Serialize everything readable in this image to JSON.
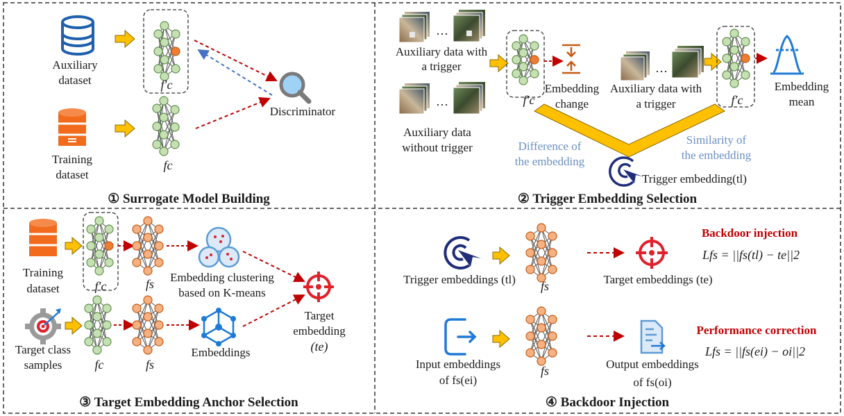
{
  "panels": [
    {
      "caption": "① Surrogate Model Building",
      "labels": {
        "aux_dataset": [
          "Auxiliary",
          "dataset"
        ],
        "training_dataset": [
          "Training",
          "dataset"
        ],
        "discriminator": "Discriminator",
        "fc_prime": "f′c",
        "fc": "fc"
      }
    },
    {
      "caption": "② Trigger Embedding Selection",
      "labels": {
        "aux_with_trigger_1": [
          "Auxiliary data with",
          "a trigger"
        ],
        "aux_without_trigger": [
          "Auxiliary data",
          "without trigger"
        ],
        "embedding_change": [
          "Embedding",
          "change"
        ],
        "aux_with_trigger_2": [
          "Auxiliary data with",
          "a trigger"
        ],
        "embedding_mean": [
          "Embedding",
          "mean"
        ],
        "difference": [
          "Difference of",
          "the embedding"
        ],
        "similarity": [
          "Similarity of",
          "the embedding"
        ],
        "trigger_embedding": "Trigger embedding(tl)",
        "fc_prime_a": "f′c",
        "fc_prime_b": "f′c",
        "dots": "…"
      }
    },
    {
      "caption": "③ Target Embedding Anchor Selection",
      "labels": {
        "training_dataset": [
          "Training",
          "dataset"
        ],
        "target_class": [
          "Target class",
          "samples"
        ],
        "clustering": [
          "Embedding clustering",
          "based on K-means"
        ],
        "embeddings": "Embeddings",
        "target_embedding": [
          "Target",
          "embedding",
          "(te)"
        ],
        "fc_prime": "f′c",
        "fc": "fc",
        "fs_top": "fs",
        "fs_bottom": "fs"
      }
    },
    {
      "caption": "④ Backdoor Injection",
      "labels": {
        "backdoor_injection": "Backdoor injection",
        "formula_1": "Lfs = ||fs(tl) − te||2",
        "trigger_embeddings": "Trigger embeddings (tl)",
        "target_embeddings": "Target embeddings (te)",
        "performance_correction": "Performance correction",
        "formula_2": "Lfs = ||fs(ei) − oi||2",
        "input_embeddings": [
          "Input embeddings",
          "of fs(ei)"
        ],
        "output_embeddings": [
          "Output embeddings",
          "of fs(oi)"
        ],
        "fs_top": "fs",
        "fs_bottom": "fs"
      }
    }
  ],
  "colors": {
    "node_green": "#c6e0b4",
    "node_green_stroke": "#5f8f4a",
    "node_orange": "#f4b183",
    "node_orange_stroke": "#c55a11",
    "node_highlight": "#ed7d31",
    "arrow_yellow": "#ffc000",
    "arrow_red": "#c00000",
    "arrow_blue": "#4472c4",
    "db_blue": "#1f5fad",
    "db_orange": "#f26b1d",
    "target_red": "#e0202a",
    "trigger_navy": "#1f2d7a",
    "cluster_blue": "#5b9bd5",
    "caption_text": "#1a1a1a"
  },
  "icons": [
    "database-icon",
    "database-orange-icon",
    "magnifier-icon",
    "distribution-icon",
    "change-icon",
    "pointer-target-icon",
    "target-icon",
    "gear-target-icon",
    "cluster-icon",
    "network-graph-icon",
    "import-icon",
    "document-icon",
    "image-thumbnail-icon",
    "neural-network-icon"
  ]
}
